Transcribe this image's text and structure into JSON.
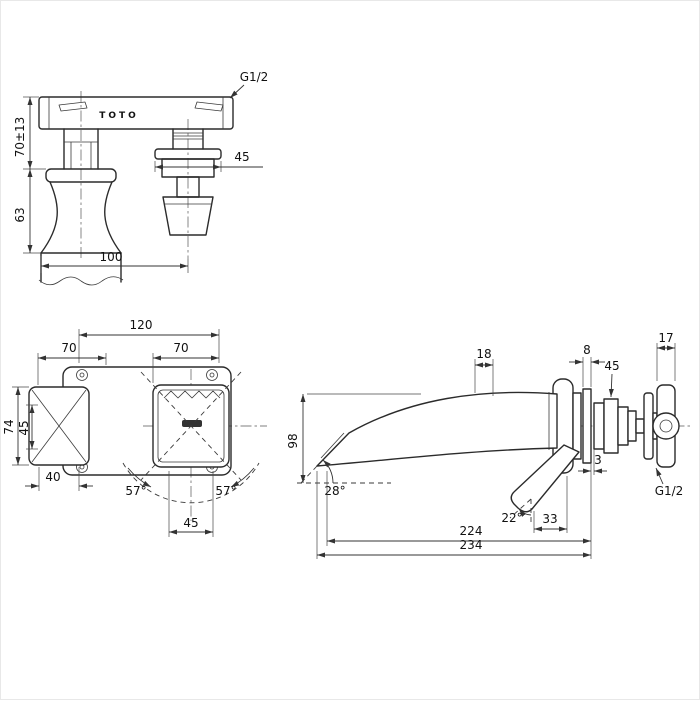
{
  "brand": "TOTO",
  "top_view": {
    "thread_label": "G1/2",
    "dim_height": "70±13",
    "dim_handle_drop": "63",
    "dim_spacing": "100",
    "dim_spout_dia": "45"
  },
  "front_view": {
    "dim_plate_width": "120",
    "dim_left_70": "70",
    "dim_right_70": "70",
    "dim_handle_h": "74",
    "dim_handle_inner": "45",
    "dim_handle_w": "40",
    "dim_swing_left": "57°",
    "dim_swing_right": "57°",
    "dim_spout_w": "45"
  },
  "side_view": {
    "dim_18": "18",
    "dim_8": "8",
    "dim_45": "45",
    "dim_17": "17",
    "dim_98": "98",
    "dim_3": "3",
    "dim_angle_spout": "28°",
    "dim_angle_lever": "22°",
    "dim_33": "33",
    "dim_224": "224",
    "dim_234": "234",
    "thread_label": "G1/2"
  }
}
